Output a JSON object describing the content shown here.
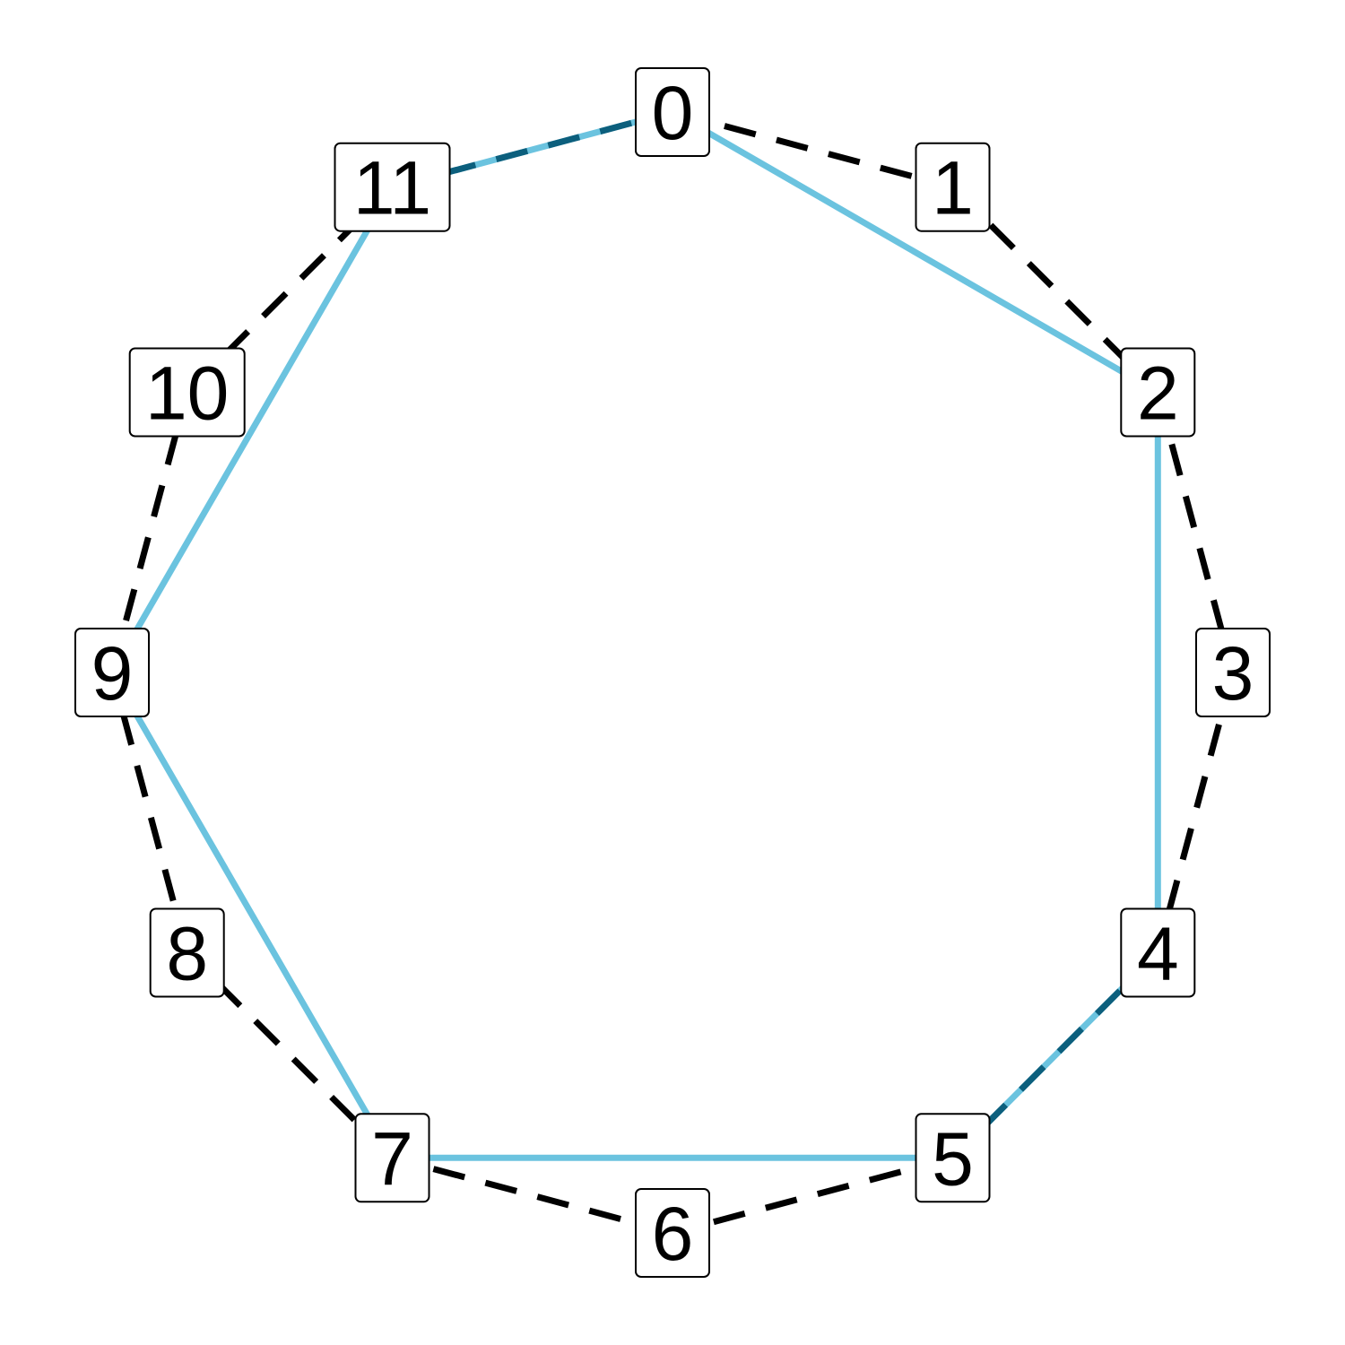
{
  "diagram": {
    "type": "pitch-class-circle",
    "nodes": [
      "0",
      "1",
      "2",
      "3",
      "4",
      "5",
      "6",
      "7",
      "8",
      "9",
      "10",
      "11"
    ],
    "chromatic_cycle": {
      "style": "dashed",
      "color": "#000000",
      "edges": [
        [
          "0",
          "1"
        ],
        [
          "1",
          "2"
        ],
        [
          "2",
          "3"
        ],
        [
          "3",
          "4"
        ],
        [
          "5",
          "6"
        ],
        [
          "6",
          "7"
        ],
        [
          "7",
          "8"
        ],
        [
          "8",
          "9"
        ],
        [
          "9",
          "10"
        ],
        [
          "10",
          "11"
        ]
      ]
    },
    "scale_cycle": {
      "color": "#6bc3df",
      "nodes": [
        "0",
        "2",
        "4",
        "5",
        "7",
        "9",
        "11"
      ]
    },
    "overlap_edges": {
      "color": "#0c5f7d",
      "edges": [
        [
          "4",
          "5"
        ],
        [
          "11",
          "0"
        ]
      ]
    }
  }
}
